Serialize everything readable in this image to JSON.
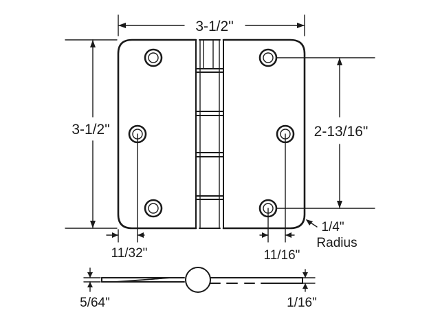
{
  "dimensions": {
    "overall_width": "3-1/2\"",
    "overall_height": "3-1/2\"",
    "hole_spacing": "2-13/16\"",
    "corner_radius_value": "1/4\"",
    "corner_radius_label": "Radius",
    "edge_to_hole_left": "11/32\"",
    "edge_to_hole_right": "11/16\"",
    "leaf_thickness_left": "5/64\"",
    "leaf_thickness_right": "1/16\""
  },
  "colors": {
    "line": "#1a1a1a",
    "background": "#ffffff"
  }
}
